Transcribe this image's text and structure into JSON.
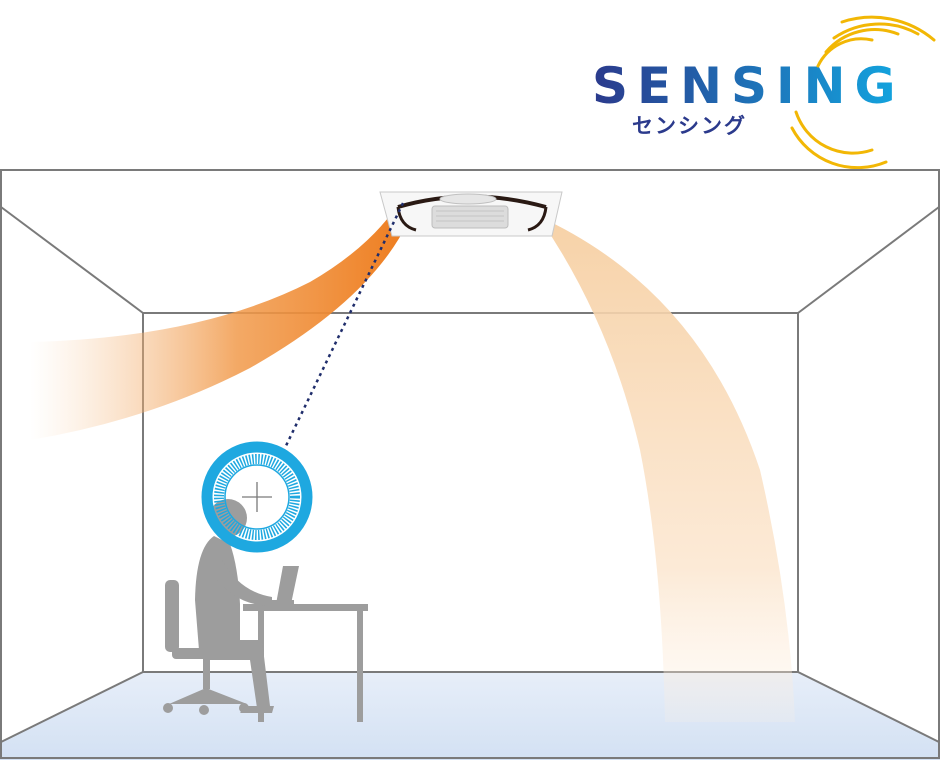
{
  "logo": {
    "word": "SENSING",
    "subtitle": "センシング",
    "colors": {
      "word_start": "#2b3a8c",
      "word_end": "#12a6e0",
      "subtitle": "#2b3a8c",
      "waves": "#f2b705"
    }
  },
  "diagram": {
    "subject": "person-at-desk-with-laptop",
    "device": "ceiling-cassette-air-conditioner",
    "colors": {
      "room_lines": "#7a7a7a",
      "floor": "#dde8f6",
      "airflow_warm": "#ee7d1f",
      "airflow_pale": "#f6cfa2",
      "sensor_ring": "#1ea8e0",
      "sensing_line": "#1f2d6b",
      "person": "#9d9d9d",
      "furniture": "#9d9d9d"
    }
  }
}
